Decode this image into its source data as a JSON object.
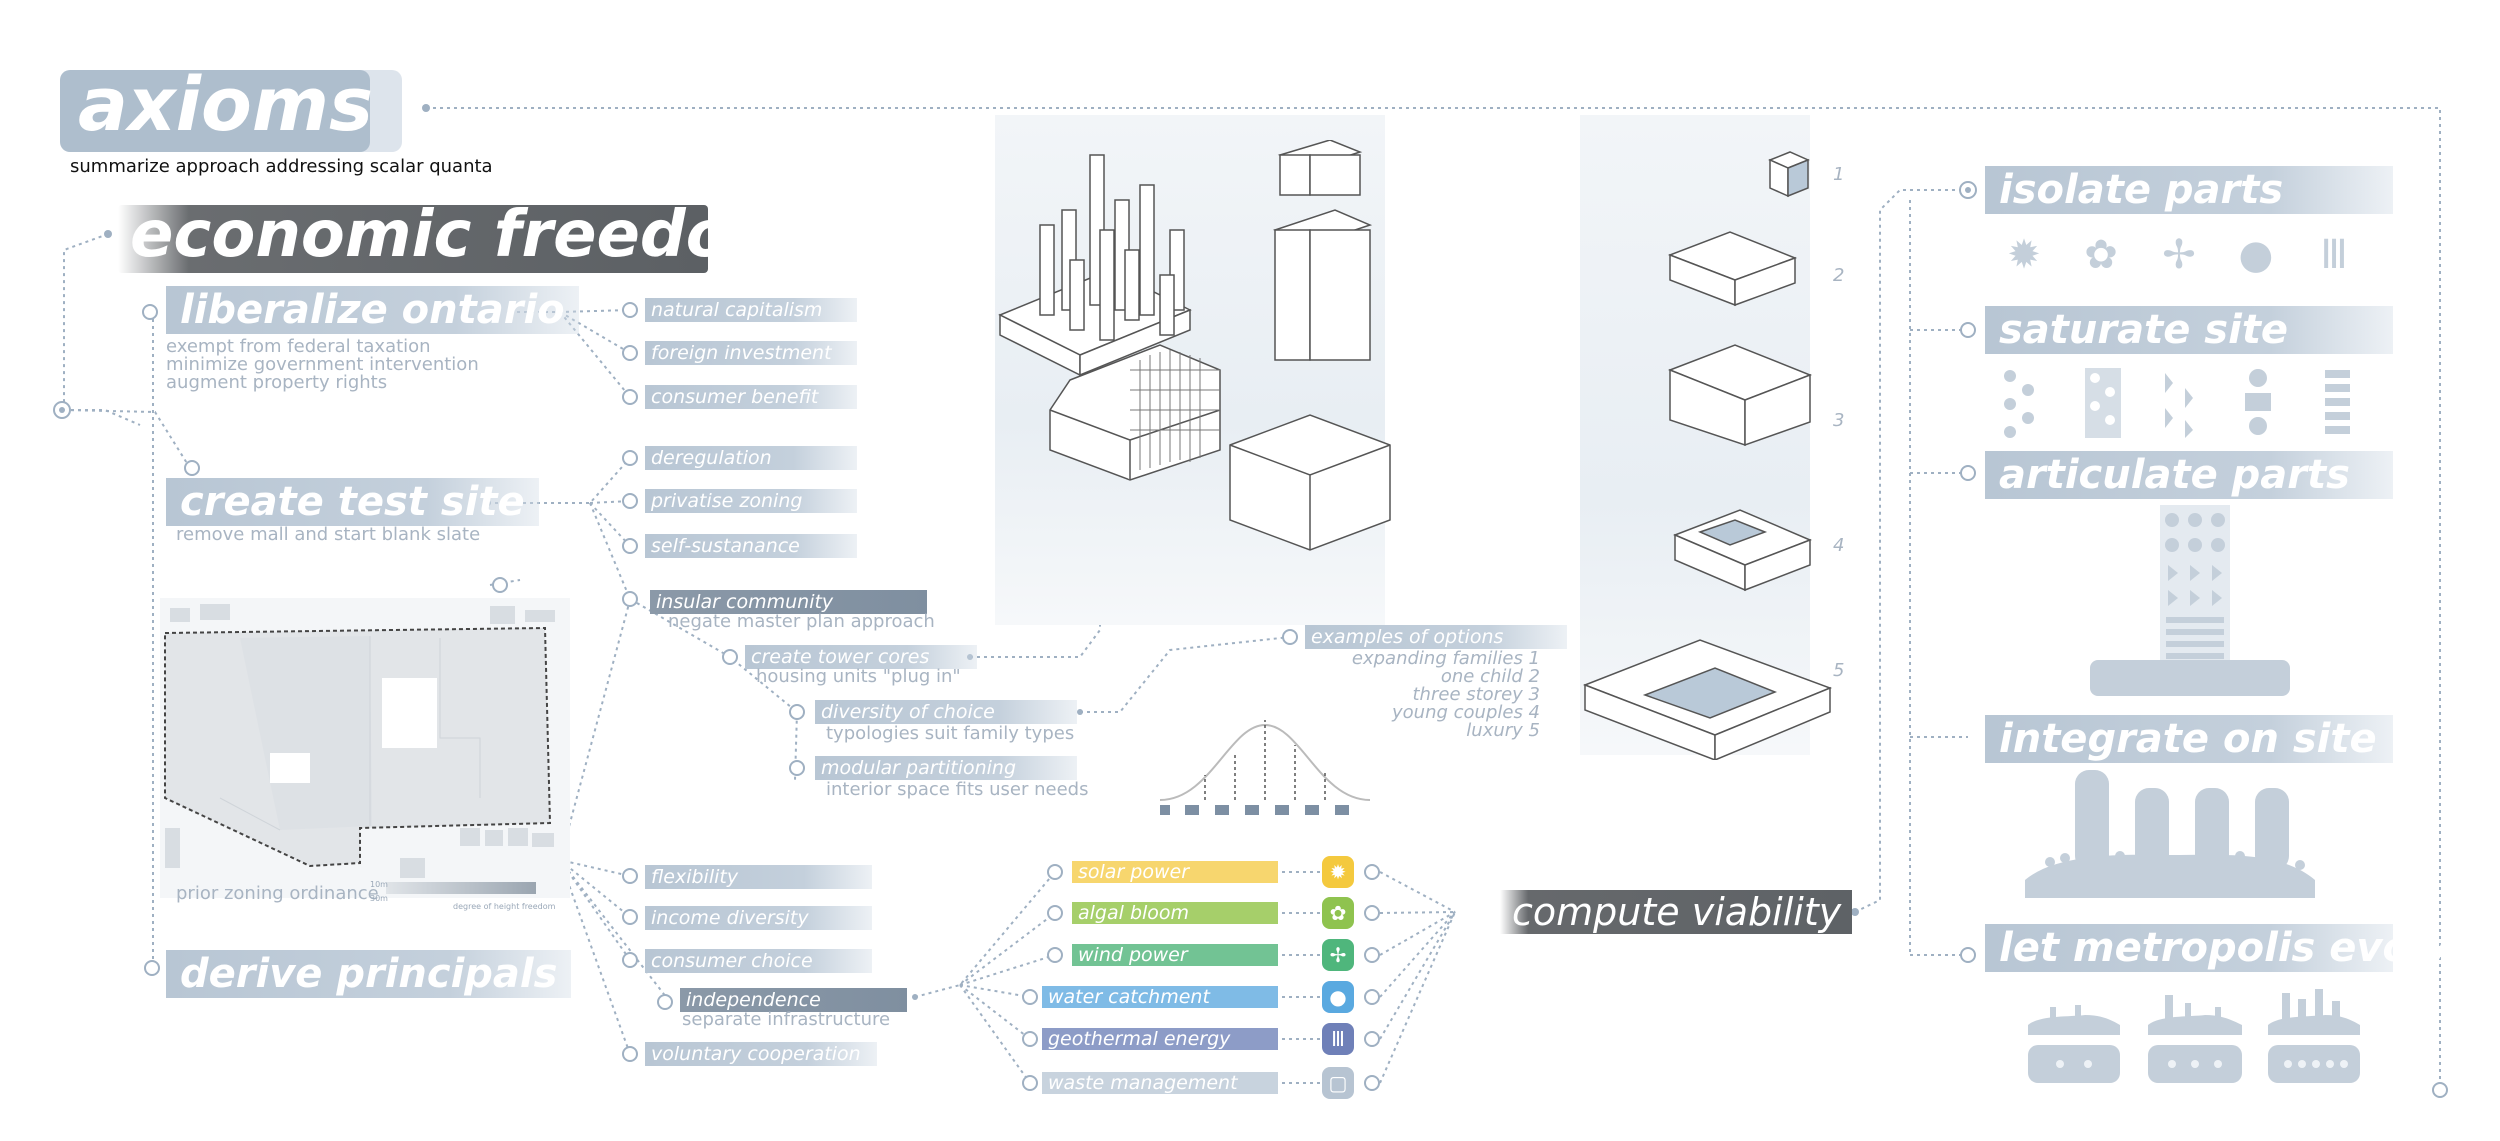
{
  "header": {
    "title": "axioms",
    "subtitle": "summarize approach addressing scalar quanta",
    "heading": "economic freedom"
  },
  "liberalize": {
    "label": "liberalize ontario",
    "notes": [
      "exempt from federal taxation",
      "minimize government intervention",
      "augment property rights"
    ],
    "items": [
      "natural capitalism",
      "foreign investment",
      "consumer benefit"
    ]
  },
  "test_site": {
    "label": "create test site",
    "note": "remove mall and start blank slate",
    "items": [
      "deregulation",
      "privatise zoning",
      "self-sustanance"
    ],
    "insular": "insular community",
    "insular_note": "negate master plan approach",
    "towers": "create tower cores",
    "towers_note": "housing units \"plug in\"",
    "diversity": "diversity of choice",
    "diversity_note": "typologies suit family types",
    "modular": "modular partitioning",
    "modular_note": "interior space fits user needs"
  },
  "options": {
    "label": "examples of options",
    "rows": [
      "expanding families 1",
      "one child 2",
      "three storey 3",
      "young couples 4",
      "luxury 5"
    ]
  },
  "zoning": {
    "caption": "prior zoning ordinance",
    "legend_a": "10m",
    "legend_b": "30m",
    "legend_c": "degree of height freedom"
  },
  "principals": {
    "label": "derive principals",
    "items": [
      "flexibility",
      "income diversity",
      "consumer choice"
    ],
    "independence": "independence",
    "independence_note": "separate infrastructure",
    "last": "voluntary cooperation"
  },
  "energy": [
    {
      "label": "solar power",
      "color": "#f7d66e",
      "icon": "sun-icon",
      "glyph": "✹"
    },
    {
      "label": "algal bloom",
      "color": "#a6cf6a",
      "icon": "flower-icon",
      "glyph": "✿"
    },
    {
      "label": "wind power",
      "color": "#72c394",
      "icon": "turbine-icon",
      "glyph": "✢"
    },
    {
      "label": "water catchment",
      "color": "#7fbbe6",
      "icon": "drop-icon",
      "glyph": "●"
    },
    {
      "label": "geothermal energy",
      "color": "#8d9cc7",
      "icon": "pipe-icon",
      "glyph": "Ⅲ"
    },
    {
      "label": "waste management",
      "color": "#c8d3de",
      "icon": "bin-icon",
      "glyph": "▢"
    }
  ],
  "compute": "compute viability",
  "module_numbers": [
    "1",
    "2",
    "3",
    "4",
    "5"
  ],
  "right": {
    "isolate": "isolate parts",
    "saturate": "saturate site",
    "articulate": "articulate parts",
    "integrate": "integrate on site",
    "evolve": "let metropolis evolve",
    "icons": [
      "sun-icon",
      "flower-icon",
      "turbine-icon",
      "drop-icon",
      "pipe-icon"
    ]
  },
  "colors": {
    "tab": "#c0ccd8",
    "dark": "#616569",
    "wire": "#9fb0c2"
  }
}
